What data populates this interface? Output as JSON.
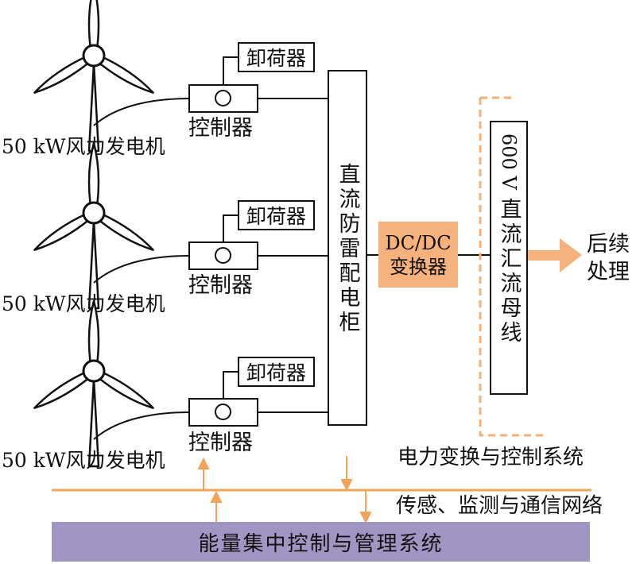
{
  "turbines": [
    {
      "power": "50 kW",
      "label": "风力发电机",
      "controller": "控制器",
      "dump_load": "卸荷器"
    },
    {
      "power": "50 kW",
      "label": "风力发电机",
      "controller": "控制器",
      "dump_load": "卸荷器"
    },
    {
      "power": "50 kW",
      "label": "风力发电机",
      "controller": "控制器",
      "dump_load": "卸荷器"
    }
  ],
  "cabinet": {
    "label": "直流防雷配电柜"
  },
  "converter": {
    "line1": "DC/DC",
    "line2": "变换器"
  },
  "bus": {
    "voltage": "600 V",
    "label": "直流汇流母线"
  },
  "post_processing": {
    "line1": "后续",
    "line2": "处理"
  },
  "power_system_label": "电力变换与控制系统",
  "network_label": "传感、监测与通信网络",
  "management_system": "能量集中控制与管理系统",
  "colors": {
    "accent": "#f6b27c",
    "network_line": "#f0a45a",
    "management": "#a196c3",
    "dashed": "#f4b07a"
  }
}
